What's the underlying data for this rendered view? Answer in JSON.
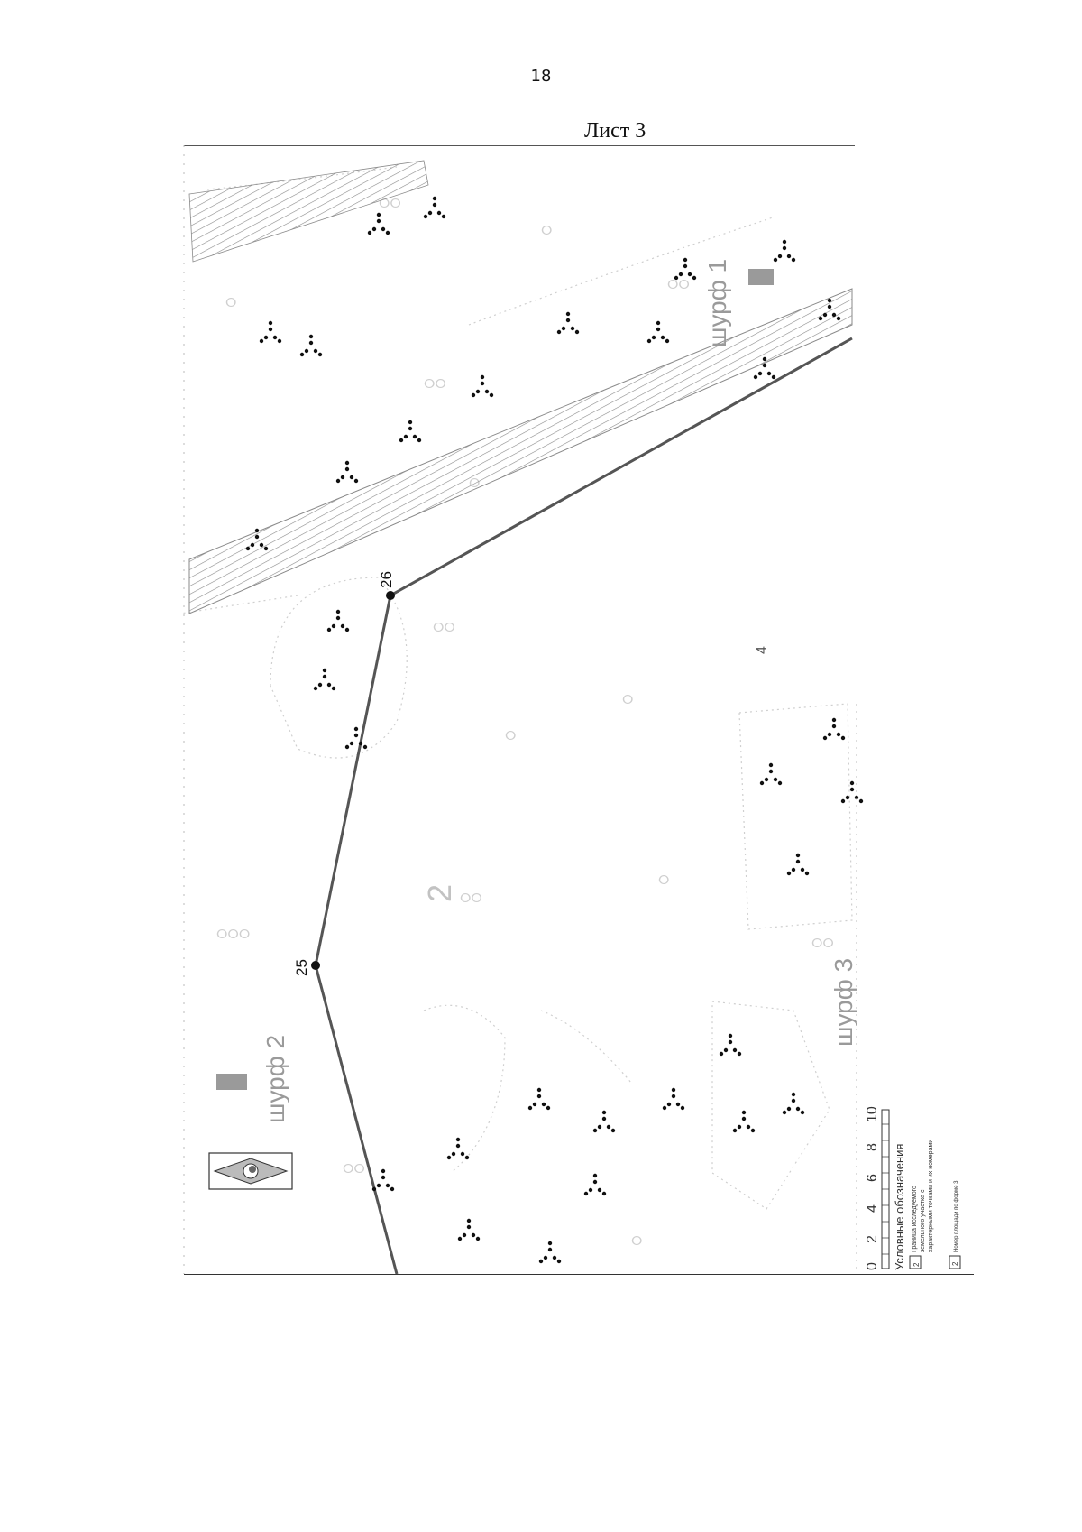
{
  "page_number": "18",
  "sheet_title": "Лист 3",
  "map": {
    "area_label": "2",
    "point_labels": {
      "p25": "25",
      "p26": "26"
    },
    "pits": {
      "pit1": "шурф 1",
      "pit2": "шурф 2",
      "pit3": "шурф 3"
    },
    "direction_mark": "4"
  },
  "legend": {
    "scale_ticks": [
      "0",
      "2",
      "4",
      "6",
      "8",
      "10"
    ],
    "title": "Условные обозначения",
    "boundary_icon": "2",
    "boundary_text_1": "Граница исследуемого",
    "boundary_text_2": "земельного участка с",
    "boundary_text_3": "характерными точками и их номерами",
    "number_icon": "2",
    "number_text": "Номер площади по форме 3"
  },
  "colors": {
    "boundary_line": "#555555",
    "pit_marker": "#9a9a9a",
    "road_hatch": "#8a8a8a",
    "background_detail": "#cfcfcf"
  }
}
